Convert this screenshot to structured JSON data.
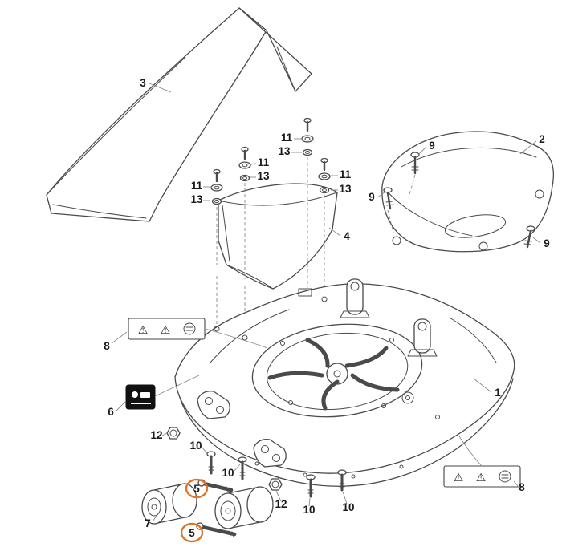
{
  "diagram": {
    "type": "exploded-parts-diagram",
    "description": "Mower deck exploded view with numbered part callouts",
    "colors": {
      "background": "#ffffff",
      "line": "#4a4a4a",
      "highlight": "#e0762a",
      "label_plate": "#111111"
    },
    "highlighted_part_number": "5",
    "callouts": [
      {
        "label": "3",
        "highlighted": false
      },
      {
        "label": "11",
        "highlighted": false
      },
      {
        "label": "13",
        "highlighted": false
      },
      {
        "label": "9",
        "highlighted": false
      },
      {
        "label": "2",
        "highlighted": false
      },
      {
        "label": "11",
        "highlighted": false
      },
      {
        "label": "13",
        "highlighted": false
      },
      {
        "label": "11",
        "highlighted": false
      },
      {
        "label": "13",
        "highlighted": false
      },
      {
        "label": "11",
        "highlighted": false
      },
      {
        "label": "13",
        "highlighted": false
      },
      {
        "label": "9",
        "highlighted": false
      },
      {
        "label": "4",
        "highlighted": false
      },
      {
        "label": "9",
        "highlighted": false
      },
      {
        "label": "8",
        "highlighted": false
      },
      {
        "label": "1",
        "highlighted": false
      },
      {
        "label": "6",
        "highlighted": false
      },
      {
        "label": "12",
        "highlighted": false
      },
      {
        "label": "10",
        "highlighted": false
      },
      {
        "label": "10",
        "highlighted": false
      },
      {
        "label": "5",
        "highlighted": true
      },
      {
        "label": "7",
        "highlighted": false
      },
      {
        "label": "12",
        "highlighted": false
      },
      {
        "label": "10",
        "highlighted": false
      },
      {
        "label": "10",
        "highlighted": false
      },
      {
        "label": "5",
        "highlighted": true
      },
      {
        "label": "8",
        "highlighted": false
      }
    ],
    "warning_label": {
      "icons": [
        "warning-triangle-icon",
        "warning-triangle-icon",
        "read-manual-icon"
      ],
      "glyph": "⚠"
    },
    "black_label": {
      "icon": "decal-icon"
    }
  }
}
